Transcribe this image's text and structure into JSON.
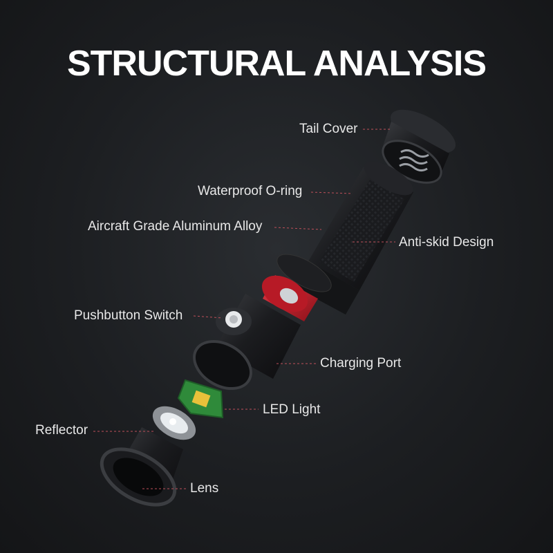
{
  "title": "STRUCTURAL ANALYSIS",
  "labels": {
    "tail_cover": "Tail Cover",
    "waterproof_oring": "Waterproof O-ring",
    "aluminum_alloy": "Aircraft Grade Aluminum Alloy",
    "anti_skid": "Anti-skid Design",
    "pushbutton": "Pushbutton Switch",
    "charging_port": "Charging Port",
    "led_light": "LED Light",
    "reflector": "Reflector",
    "lens": "Lens"
  },
  "colors": {
    "accent_ring": "#c81d2b",
    "pcb": "#2f8a3a",
    "led": "#e8c13a",
    "body": "#1f2023",
    "leader": "#c0505a"
  }
}
